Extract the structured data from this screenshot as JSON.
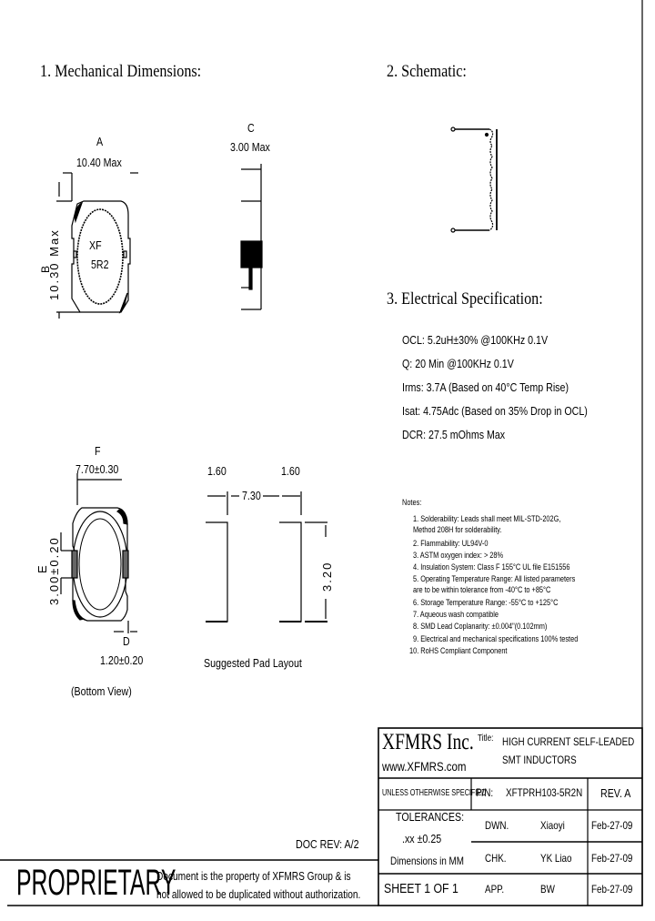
{
  "sections": {
    "mechanical": {
      "title": "1. Mechanical Dimensions:",
      "dim_a_label": "A",
      "dim_a_value": "10.40 Max",
      "dim_b_label": "B",
      "dim_b_value": "10.30 Max",
      "dim_c_label": "C",
      "dim_c_value": "3.00 Max",
      "marking_line1": "XF",
      "marking_line2": "5R2",
      "dim_f_label": "F",
      "dim_f_value": "7.70±0.30",
      "dim_e_label": "E",
      "dim_e_value": "3.00±0.20",
      "dim_d_label": "D",
      "dim_d_value": "1.20±0.20",
      "bottom_view_caption": "(Bottom View)",
      "pad_left_width": "1.60",
      "pad_right_width": "1.60",
      "pad_spacing": "7.30",
      "pad_height": "3.20",
      "pad_layout_caption": "Suggested Pad Layout"
    },
    "schematic": {
      "title": "2. Schematic:"
    },
    "electrical": {
      "title": "3. Electrical Specification:",
      "specs": [
        "OCL: 5.2uH±30% @100KHz 0.1V",
        "Q: 20 Min @100KHz 0.1V",
        "Irms:  3.7A (Based on 40°C Temp Rise)",
        "Isat:  4.75Adc (Based on 35% Drop in OCL)",
        "DCR: 27.5 mOhms Max"
      ]
    },
    "notes": {
      "title": "Notes:",
      "items": [
        "1. Solderability: Leads shall meet MIL-STD-202G,",
        "    Method 208H for solderability.",
        "2. Flammability: UL94V-0",
        "3. ASTM oxygen index: > 28%",
        "4. Insulation System: Class F 155°C UL file E151556",
        "5. Operating Temperature Range: All listed parameters",
        "    are to be within tolerance from -40°C to +85°C",
        "6. Storage Temperature Range: -55°C to +125°C",
        "7. Aqueous wash compatible",
        "8. SMD Lead Coplanarity: ±0.004\"(0.102mm)",
        "9. Electrical and mechanical specifications 100% tested",
        "10. RoHS Compliant Component"
      ]
    }
  },
  "title_block": {
    "company": "XFMRS Inc.",
    "website": "www.XFMRS.com",
    "title_label": "Title:",
    "title_line1": "HIGH CURRENT SELF-LEADED",
    "title_line2": "SMT INDUCTORS",
    "unless_specified": "UNLESS OTHERWISE SPECIFIED",
    "pn_label": "P/N:",
    "pn_value": "XFTPRH103-5R2N",
    "rev": "REV. A",
    "tolerances_label": "TOLERANCES:",
    "tolerance_value": ".xx ±0.25",
    "dimensions_unit": "Dimensions in MM",
    "sheet": "SHEET  1  OF  1",
    "rows": [
      {
        "role": "DWN.",
        "name": "Xiaoyi",
        "date": "Feb-27-09"
      },
      {
        "role": "CHK.",
        "name": "YK Liao",
        "date": "Feb-27-09"
      },
      {
        "role": "APP.",
        "name": "BW",
        "date": "Feb-27-09"
      }
    ]
  },
  "footer": {
    "doc_rev": "DOC REV: A/2",
    "proprietary": "PROPRIETARY",
    "notice_line1": "Document is the property of XFMRS Group & is",
    "notice_line2": "not allowed to be duplicated without authorization."
  }
}
